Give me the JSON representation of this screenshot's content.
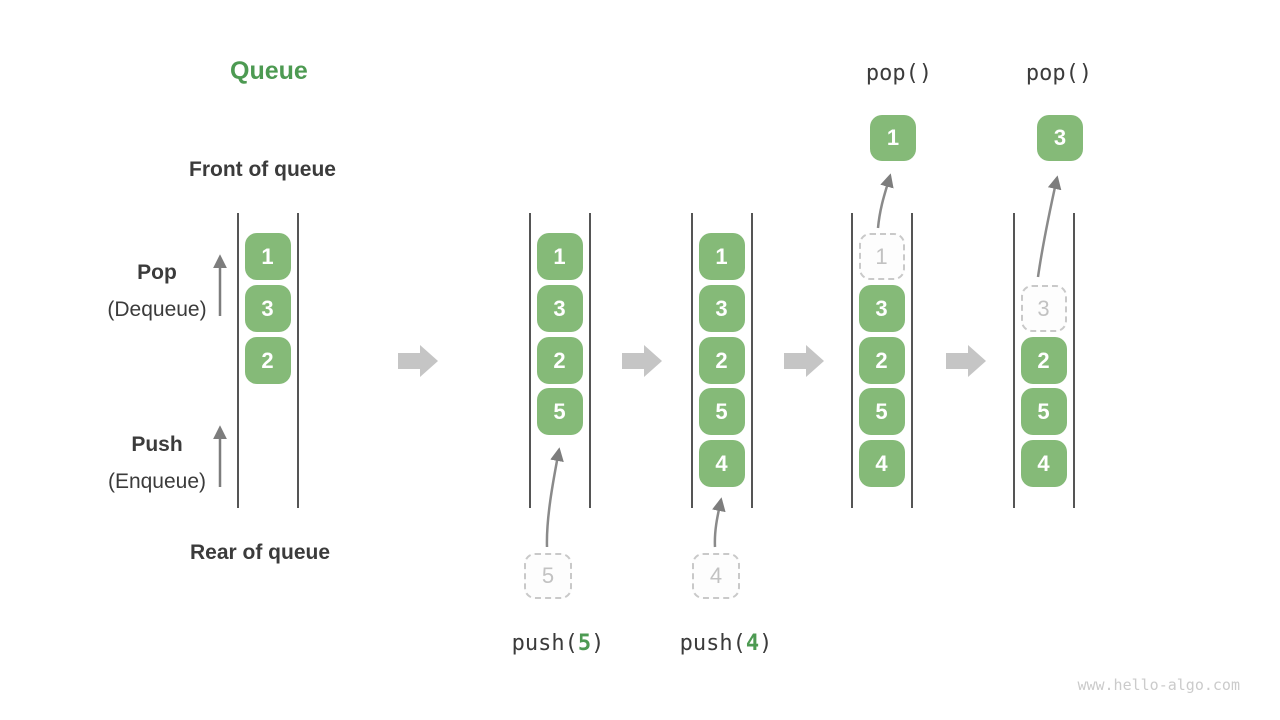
{
  "title": "Queue",
  "side_labels": {
    "front": "Front of queue",
    "rear": "Rear of queue",
    "pop": "Pop",
    "pop_sub": "(Dequeue)",
    "push": "Push",
    "push_sub": "(Enqueue)"
  },
  "watermark": "www.hello-algo.com",
  "colors": {
    "accent_green": "#4D9A52",
    "box_green": "#85BA78",
    "text_dark": "#3B3B3B",
    "line_gray": "#555555",
    "arrow_gray": "#7D7D7D",
    "block_arrow_gray": "#C5C5C5",
    "dashed_border": "#C9C9C9",
    "dashed_text": "#C2C2C2",
    "watermark_gray": "#CBCBCB"
  },
  "states": [
    {
      "id": "initial",
      "queue": [
        {
          "slot": 0,
          "value": "1",
          "style": "solid"
        },
        {
          "slot": 1,
          "value": "3",
          "style": "solid"
        },
        {
          "slot": 2,
          "value": "2",
          "style": "solid"
        }
      ]
    },
    {
      "id": "after-push-5",
      "operation": {
        "fn": "push(",
        "arg": "5",
        "close": ")"
      },
      "staging_value": "5",
      "queue": [
        {
          "slot": 0,
          "value": "1",
          "style": "solid"
        },
        {
          "slot": 1,
          "value": "3",
          "style": "solid"
        },
        {
          "slot": 2,
          "value": "2",
          "style": "solid"
        },
        {
          "slot": 3,
          "value": "5",
          "style": "solid"
        }
      ]
    },
    {
      "id": "after-push-4",
      "operation": {
        "fn": "push(",
        "arg": "4",
        "close": ")"
      },
      "staging_value": "4",
      "queue": [
        {
          "slot": 0,
          "value": "1",
          "style": "solid"
        },
        {
          "slot": 1,
          "value": "3",
          "style": "solid"
        },
        {
          "slot": 2,
          "value": "2",
          "style": "solid"
        },
        {
          "slot": 3,
          "value": "5",
          "style": "solid"
        },
        {
          "slot": 4,
          "value": "4",
          "style": "solid"
        }
      ]
    },
    {
      "id": "after-pop-1",
      "operation": {
        "fn": "pop()",
        "arg": "",
        "close": ""
      },
      "popped_value": "1",
      "queue": [
        {
          "slot": 0,
          "value": "1",
          "style": "dashed"
        },
        {
          "slot": 1,
          "value": "3",
          "style": "solid"
        },
        {
          "slot": 2,
          "value": "2",
          "style": "solid"
        },
        {
          "slot": 3,
          "value": "5",
          "style": "solid"
        },
        {
          "slot": 4,
          "value": "4",
          "style": "solid"
        }
      ]
    },
    {
      "id": "after-pop-3",
      "operation": {
        "fn": "pop()",
        "arg": "",
        "close": ""
      },
      "popped_value": "3",
      "queue": [
        {
          "slot": 1,
          "value": "3",
          "style": "dashed"
        },
        {
          "slot": 2,
          "value": "2",
          "style": "solid"
        },
        {
          "slot": 3,
          "value": "5",
          "style": "solid"
        },
        {
          "slot": 4,
          "value": "4",
          "style": "solid"
        }
      ]
    }
  ]
}
